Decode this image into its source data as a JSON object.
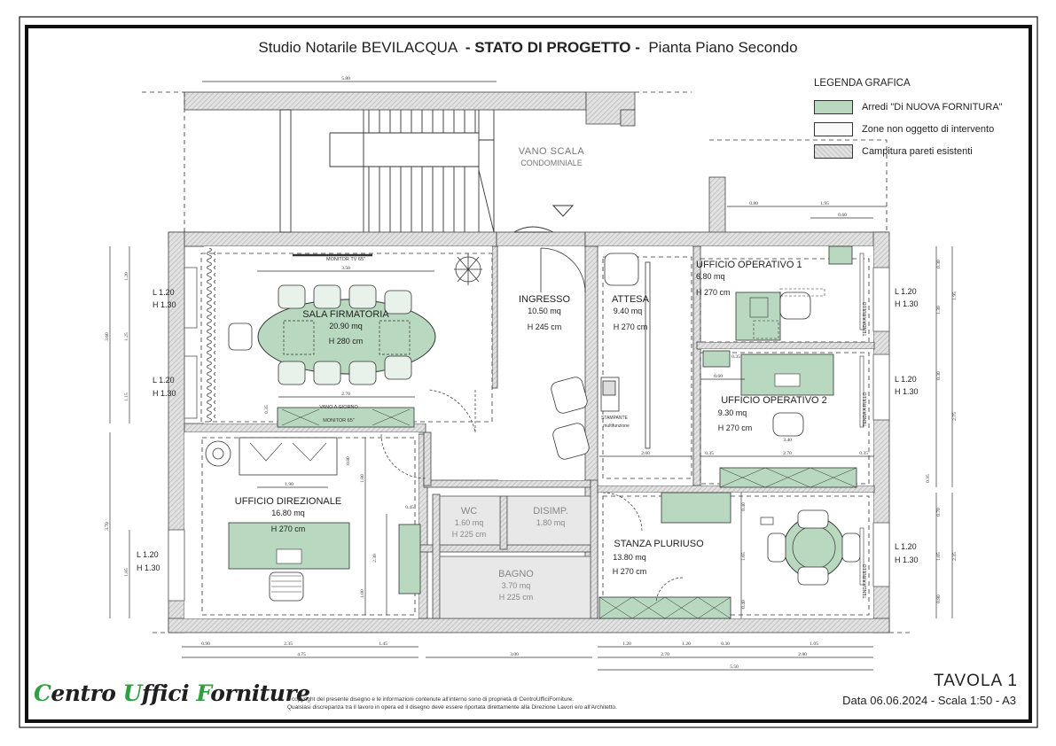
{
  "header": {
    "studio": "Studio Notarile BEVILACQUA",
    "stato": "- STATO DI PROGETTO -",
    "pianta": "Pianta Piano Secondo"
  },
  "legend": {
    "title": "LEGENDA GRAFICA",
    "items": [
      {
        "label": "Arredi \"Di NUOVA FORNITURA\"",
        "swatch": "green"
      },
      {
        "label": "Zone non oggetto di intervento",
        "swatch": "white"
      },
      {
        "label": "Campitura pareti esistenti",
        "swatch": "hatch"
      }
    ]
  },
  "colors": {
    "furniture_green": "#b9d8c0",
    "hatch": "#d6d6d6",
    "gray_zone": "#e6e6e6",
    "brand_green": "#2ea043"
  },
  "stair": {
    "line1": "VANO SCALA",
    "line2": "CONDOMINIALE"
  },
  "rooms": {
    "sala": {
      "name": "SALA FIRMATORIA",
      "area": "20.90 mq",
      "height": "H 280 cm"
    },
    "ingresso": {
      "name": "INGRESSO",
      "area": "10.50 mq",
      "height": "H 245 cm"
    },
    "attesa": {
      "name": "ATTESA",
      "area": "9.40 mq",
      "height": "H 270 cm"
    },
    "uo1": {
      "name": "UFFICIO OPERATIVO 1",
      "area": "6.80 mq",
      "height": "H 270 cm"
    },
    "uo2": {
      "name": "UFFICIO OPERATIVO 2",
      "area": "9.30 mq",
      "height": "H 270 cm"
    },
    "direzionale": {
      "name": "UFFICIO DIREZIONALE",
      "area": "16.80 mq",
      "height": "H 270 cm"
    },
    "wc": {
      "name": "WC",
      "area": "1.60 mq",
      "height": "H 225 cm"
    },
    "disimp": {
      "name": "DISIMP.",
      "area": "1.80 mq"
    },
    "bagno": {
      "name": "BAGNO",
      "area": "3.70 mq",
      "height": "H 225 cm"
    },
    "stanza": {
      "name": "STANZA PLURIUSO",
      "area": "13.80 mq",
      "height": "H 270 cm"
    }
  },
  "notes": {
    "monitor_tv": "MONITOR TV 65\"",
    "vano_giorno": "VANO A GIORNO",
    "monitor": "MONITOR 65\"",
    "stampante": "STAMPANTE",
    "multifunzione": "multifunzione",
    "tenda": "TENDA A RULLO"
  },
  "windows": {
    "l": "L 1.20",
    "h": "H 1.30"
  },
  "dims": {
    "top": "5.80",
    "sala_w": "3.50",
    "sala_b": "2.70",
    "dir_sofa": "1.90",
    "right_top_a": "0.80",
    "right_top_b": "1.95",
    "right_top_c": "0.60",
    "uo2_a": "0.60",
    "uo2_b": "0.35",
    "uo2_row_a": "0.35",
    "uo2_row_b": "2.70",
    "uo2_row_c": "0.35",
    "attesa_w": "2.00",
    "uo2_w": "3.40",
    "b1": "0.90",
    "b2": "2.35",
    "b3": "1.45",
    "b4": "4.75",
    "b5": "3.00",
    "b6": "1.20",
    "b7": "1.20",
    "b8": "0.30",
    "b9": "1.05",
    "b10": "2.70",
    "b11": "2.80",
    "b12": "5.50",
    "wc_gap": "0.45",
    "l1": "3.60",
    "l2": "1.20",
    "l3": "1.25",
    "l4": "1.15",
    "l5": "3.70",
    "l6": "1.85",
    "r1": "0.30",
    "r2": "1.95",
    "r3": "1.30",
    "r4": "0.30",
    "r5": "2.75",
    "r6": "0.35",
    "r7": "0.70",
    "r8": "2.35",
    "r9": "0.80",
    "r10": "1.05",
    "i1": "0.35",
    "i2": "0.80",
    "i3": "1.80",
    "i4": "2.30",
    "i5": "1.00",
    "i6": "0.40",
    "i7": "1.65",
    "i8": "0.40"
  },
  "footer": {
    "brand_c": "C",
    "brand_1": "entro ",
    "brand_u": "U",
    "brand_2": "ffici ",
    "brand_f": "F",
    "brand_3": "orniture",
    "copy1": "Il copyright del presente disegno e le informazioni contenute all'interno sono di proprietà di CentroUfficiForniture.",
    "copy2": "Qualsiasi discrepanza tra il lavoro in opera ed il disegno deve essere riportata direttamente alla Direzione Lavori e/o all'Architetto.",
    "tavola": "TAVOLA 1",
    "data": "Data 06.06.2024 - Scala 1:50 - A3"
  }
}
